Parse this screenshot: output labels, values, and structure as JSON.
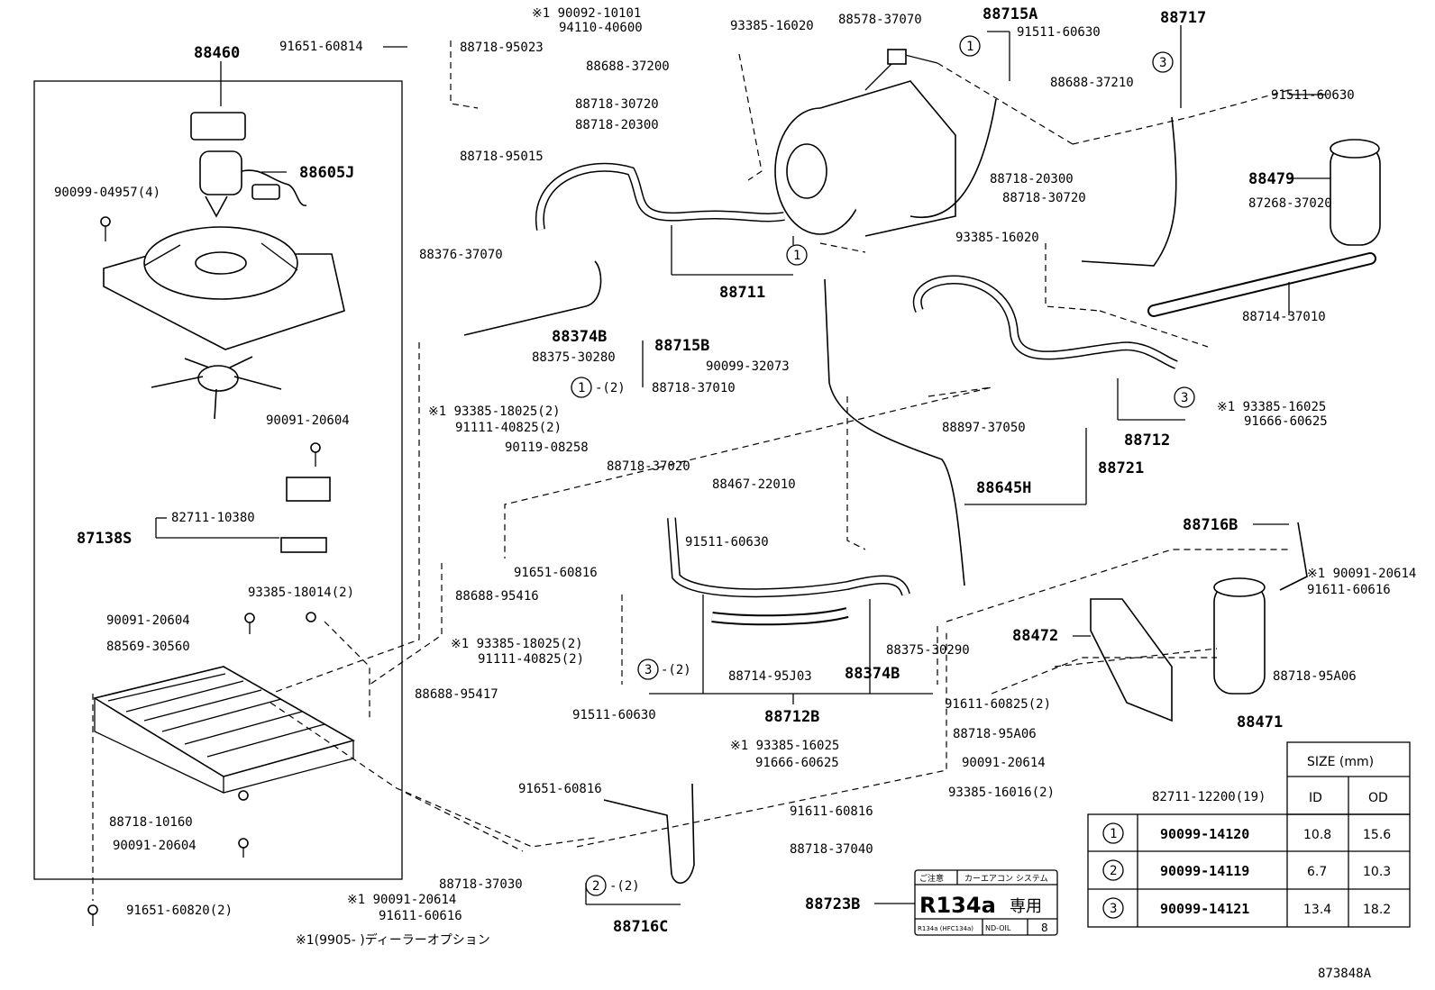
{
  "labels": {
    "p88460": "88460",
    "p91651_60814": "91651-60814",
    "p90092": "※1 90092-10101",
    "p94110": "94110-40600",
    "p88718_95023": "88718-95023",
    "p88688_37200": "88688-37200",
    "p93385_16020a": "93385-16020",
    "p88578": "88578-37070",
    "p88715A": "88715A",
    "p91511_60630a": "91511-60630",
    "p88717": "88717",
    "p88688_37210": "88688-37210",
    "p91511_60630b": "91511-60630",
    "p88718_30720a": "88718-30720",
    "p88718_20300a": "88718-20300",
    "p88718_95015": "88718-95015",
    "p88605J": "88605J",
    "p90099_04957": "90099-04957(4)",
    "p88376": "88376-37070",
    "p88711": "88711",
    "p88718_20300b": "88718-20300",
    "p88718_30720b": "88718-30720",
    "p88479": "88479",
    "p87268": "87268-37020",
    "p93385_16020b": "93385-16020",
    "p88714_37010": "88714-37010",
    "p88374B_a": "88374B",
    "p88715B": "88715B",
    "p88375_30280": "88375-30280",
    "p1_2": "-(2)",
    "p90099_32073": "90099-32073",
    "p88718_37010": "88718-37010",
    "p93385_18025a": "※1 93385-18025(2)",
    "p91111_40825a": "91111-40825(2)",
    "p90119": "90119-08258",
    "p88718_37020": "88718-37020",
    "p88467": "88467-22010",
    "p88897": "88897-37050",
    "p88721": "88721",
    "p88645H": "88645H",
    "p88712": "88712",
    "p93385_16025a": "※1 93385-16025",
    "p91666_60625a": "91666-60625",
    "p90091_20604a": "90091-20604",
    "p82711_10380": "82711-10380",
    "p87138S": "87138S",
    "p91511_60630c": "91511-60630",
    "p91651_60816a": "91651-60816",
    "p88688_95416": "88688-95416",
    "p88716B": "88716B",
    "p93385_18014": "93385-18014(2)",
    "p90091_20604b": "90091-20604",
    "p88569": "88569-30560",
    "p93385_18025b": "※1 93385-18025(2)",
    "p91111_40825b": "91111-40825(2)",
    "p88375_30290": "88375-30290",
    "p88472": "88472",
    "p90091_20614a": "※1 90091-20614",
    "p91611_60616a": "91611-60616",
    "p3_2": "-(2)",
    "p88714_95J03": "88714-95J03",
    "p88374B_b": "88374B",
    "p88718_95A06a": "88718-95A06",
    "p88688_95417": "88688-95417",
    "p91511_60630d": "91511-60630",
    "p88712B": "88712B",
    "p91611_60825": "91611-60825(2)",
    "p88471": "88471",
    "p88718_95A06b": "88718-95A06",
    "p93385_16025b": "※1 93385-16025",
    "p91666_60625b": "91666-60625",
    "p91651_60816b": "91651-60816",
    "p90091_20614b": "90091-20614",
    "p93385_16016": "93385-16016(2)",
    "p82711_12200": "82711-12200(19)",
    "p88718_10160": "88718-10160",
    "p90091_20604c": "90091-20604",
    "p91611_60816": "91611-60816",
    "p88718_37040": "88718-37040",
    "p88718_37030": "88718-37030",
    "p2_2": "-(2)",
    "p90091_20614c": "※1 90091-20614",
    "p91611_60616b": "91611-60616",
    "p91651_60820": "91651-60820(2)",
    "p88723B": "88723B",
    "p88716C": "88716C",
    "footnote": "※1(9905-       )ディーラーオプション",
    "drawing_no": "873848A"
  },
  "callouts": {
    "n1": "1",
    "n2": "2",
    "n3": "3"
  },
  "sticker": {
    "top_left": "ご注意",
    "top_right": "カーエアコン システム",
    "main": "R134a",
    "main_suffix": "専用",
    "bottom_left": "R134a (HFC134a)",
    "bottom_mid": "ND-OIL",
    "bottom_num": "8"
  },
  "size_table": {
    "header": "SIZE (mm)",
    "col_id": "ID",
    "col_od": "OD",
    "rows": [
      {
        "no": "1",
        "part": "90099-14120",
        "id": "10.8",
        "od": "15.6"
      },
      {
        "no": "2",
        "part": "90099-14119",
        "id": "6.7",
        "od": "10.3"
      },
      {
        "no": "3",
        "part": "90099-14121",
        "id": "13.4",
        "od": "18.2"
      }
    ]
  }
}
